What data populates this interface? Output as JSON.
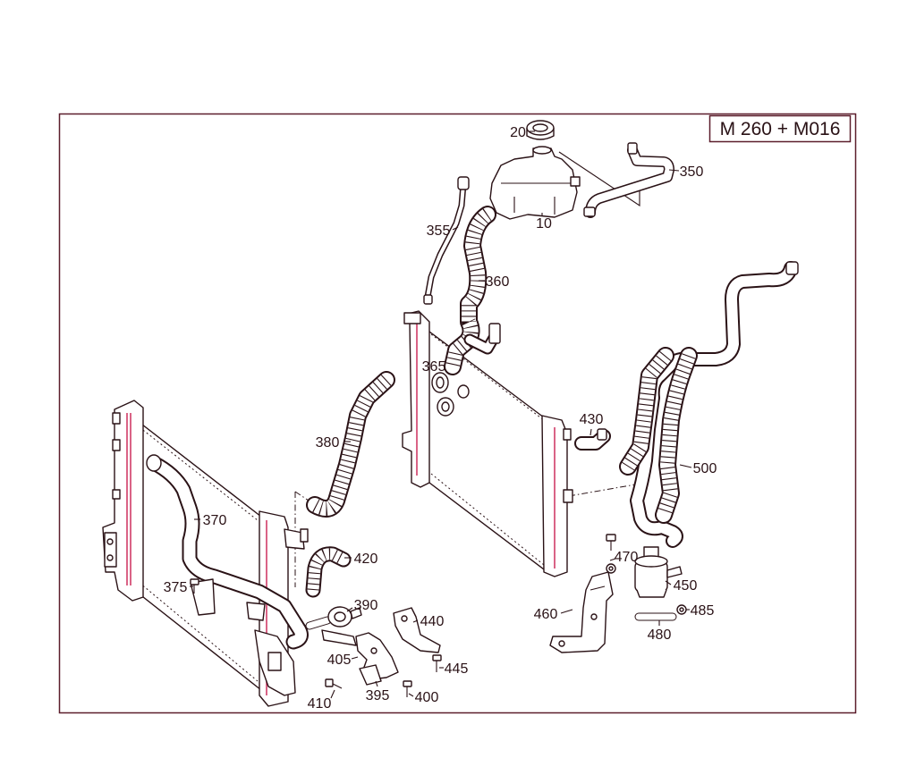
{
  "diagram": {
    "model_code": "M 260 + M016",
    "part_numbers": [
      "20",
      "350",
      "10",
      "355",
      "360",
      "365",
      "430",
      "380",
      "500",
      "370",
      "420",
      "470",
      "450",
      "375",
      "390",
      "440",
      "485",
      "460",
      "480",
      "405",
      "445",
      "395",
      "400",
      "410"
    ]
  },
  "colors": {
    "background": "#ffffff",
    "frame": "#5c1e2c",
    "line": "#2a1216",
    "accent": "#d03c68"
  }
}
